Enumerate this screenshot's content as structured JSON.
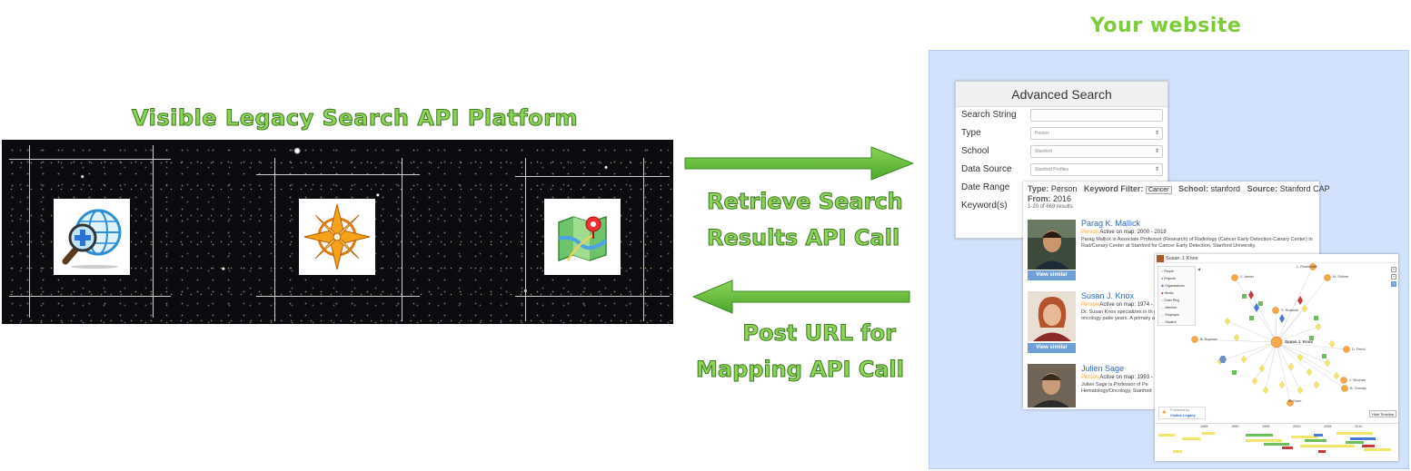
{
  "platform_title": "Visible Legacy Search API Platform",
  "website_title": "Your website",
  "arrow_labels": {
    "retrieve": [
      "Retrieve Search",
      "Results API Call"
    ],
    "post": [
      "Post URL for",
      "Mapping API Call"
    ]
  },
  "icons": [
    "search-globe-icon",
    "compass-icon",
    "map-pin-icon"
  ],
  "colors": {
    "label_fill": "#8dd35a",
    "label_outline": "#3c7a1e",
    "arrow": "#5cb82e",
    "website_bg": "#d3e2fc",
    "link": "#2a68c8",
    "accent_orange": "#f0a030"
  },
  "advanced_search": {
    "title": "Advanced Search",
    "fields": [
      {
        "label": "Search String",
        "value": ""
      },
      {
        "label": "Type",
        "value": "Person"
      },
      {
        "label": "School",
        "value": "Stanford"
      },
      {
        "label": "Data Source",
        "value": "Stanford Profiles"
      },
      {
        "label": "Date Range",
        "value": ""
      },
      {
        "label": "Keyword(s)",
        "value": ""
      }
    ]
  },
  "results": {
    "filter_type_label": "Type:",
    "filter_type": "Person",
    "filter_keyword_label": "Keyword Filter:",
    "filter_keyword": "Cancer",
    "filter_school_label": "School:",
    "filter_school": "stanford",
    "filter_source_label": "Source:",
    "filter_source": "Stanford CAP",
    "from_label": "From:",
    "from_value": "2016",
    "count": "1-20 of 669 results",
    "view_similar": "View similar",
    "people": [
      {
        "name": "Parag K. Mallick",
        "role": "Person",
        "active": "Active on map: 2000 - 2018",
        "desc": "Parag Mallick is Associate Professor (Research) of Radiology (Cancer Early Detection-Canary Center) in Rad/Canary Center at Stanford for Cancer Early Detection, Stanford University."
      },
      {
        "name": "Susan J. Knox",
        "role": "Person",
        "active": "Active on map: 1974 -",
        "desc": "Dr. Susan Knox specializes in th general radiation oncology patie years. A primary area of researc"
      },
      {
        "name": "Julien Sage",
        "role": "Person",
        "active": "Active on map: 1993 -",
        "desc": "Julien Sage is Professor of Pe Hematology/Oncology, Stanford"
      }
    ]
  },
  "graph": {
    "header": "Susan J. Knox",
    "legend": [
      "People",
      "Projects",
      "Organizations",
      "Works",
      "Outer Ring",
      "Member",
      "Employee",
      "Student"
    ],
    "center": "Susan J. Knox",
    "nodes": [
      "L. Rosenblatt",
      "J. James",
      "M. Shihne",
      "S. Rustevis",
      "B. Rupnow",
      "D. Peehl",
      "J. Sinchski",
      "B. Oncraly",
      "M. Dunn"
    ],
    "powered_by": [
      "Powered by",
      "Visible Legacy"
    ],
    "hide_timeline": "Hide Timeline",
    "timeline_years": [
      "1985",
      "1990",
      "1995",
      "2000",
      "2005",
      "2010"
    ]
  }
}
